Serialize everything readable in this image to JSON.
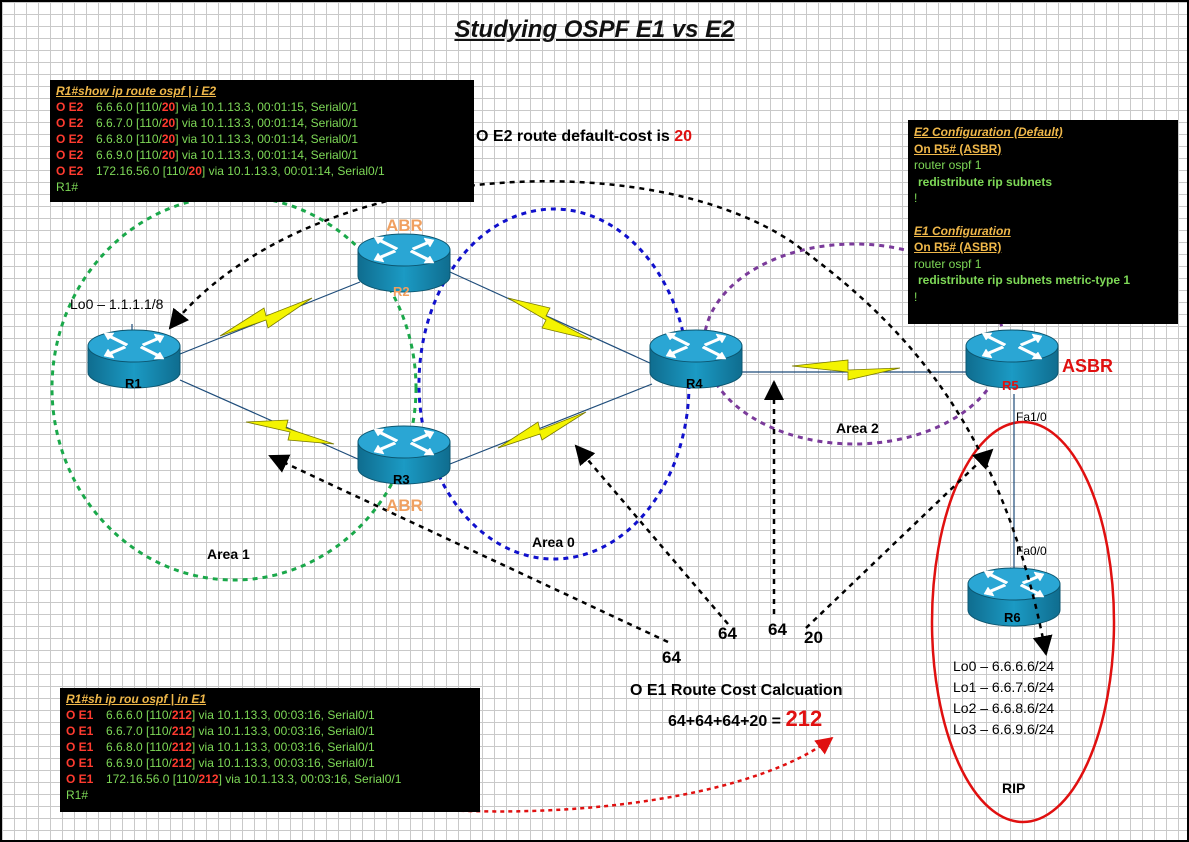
{
  "title": "Studying OSPF E1 vs E2",
  "e2_table": {
    "command": "R1#show ip route ospf | i E2",
    "rows": [
      {
        "code": "O E2",
        "prefix": "6.6.6.0",
        "metric": "20",
        "tail": "via 10.1.13.3, 00:01:15, Serial0/1"
      },
      {
        "code": "O E2",
        "prefix": "6.6.7.0",
        "metric": "20",
        "tail": "via 10.1.13.3, 00:01:14, Serial0/1"
      },
      {
        "code": "O E2",
        "prefix": "6.6.8.0",
        "metric": "20",
        "tail": "via 10.1.13.3, 00:01:14, Serial0/1"
      },
      {
        "code": "O E2",
        "prefix": "6.6.9.0",
        "metric": "20",
        "tail": "via 10.1.13.3, 00:01:14, Serial0/1"
      },
      {
        "code": "O E2",
        "prefix": "172.16.56.0",
        "metric": "20",
        "tail": "via 10.1.13.3, 00:01:14, Serial0/1"
      }
    ],
    "prompt": "R1#"
  },
  "e1_table": {
    "command": "R1#sh ip rou ospf | in E1",
    "rows": [
      {
        "code": "O E1",
        "prefix": "6.6.6.0",
        "metric": "212",
        "tail": "via 10.1.13.3, 00:03:16, Serial0/1"
      },
      {
        "code": "O E1",
        "prefix": "6.6.7.0",
        "metric": "212",
        "tail": "via 10.1.13.3, 00:03:16, Serial0/1"
      },
      {
        "code": "O E1",
        "prefix": "6.6.8.0",
        "metric": "212",
        "tail": "via 10.1.13.3, 00:03:16, Serial0/1"
      },
      {
        "code": "O E1",
        "prefix": "6.6.9.0",
        "metric": "212",
        "tail": "via 10.1.13.3, 00:03:16, Serial0/1"
      },
      {
        "code": "O E1",
        "prefix": "172.16.56.0",
        "metric": "212",
        "tail": "via 10.1.13.3, 00:03:16, Serial0/1"
      }
    ],
    "prompt": "R1#"
  },
  "config": {
    "e2_heading": "E2 Configuration (Default)",
    "e2_on": "On R5# (ASBR)",
    "e2_line1": "router ospf 1",
    "e2_line2": "redistribute rip subnets",
    "e2_bang": "!",
    "e1_heading": "E1 Configuration",
    "e1_on": "On R5# (ASBR)",
    "e1_line1": "router ospf 1",
    "e1_line2": "redistribute rip subnets metric-type 1",
    "e1_bang": "!"
  },
  "e2_note": {
    "text": "O E2 route default-cost is",
    "value": "20"
  },
  "e1_calc": {
    "heading": "O E1 Route Cost Calcuation",
    "formula": "64+64+64+20 =",
    "result": "212"
  },
  "routers": {
    "r1": "R1",
    "r2": "R2",
    "r3": "R3",
    "r4": "R4",
    "r5": "R5",
    "r6": "R6"
  },
  "roles": {
    "r2": "ABR",
    "r3": "ABR",
    "r5": "ASBR"
  },
  "areas": {
    "area1": "Area 1",
    "area0": "Area 0",
    "area2": "Area 2",
    "rip": "RIP"
  },
  "interfaces": {
    "r1_lo0": "Lo0 – 1.1.1.1/8",
    "r5_fa": "Fa1/0",
    "r6_fa": "Fa0/0"
  },
  "r6_loopbacks": [
    "Lo0 – 6.6.6.6/24",
    "Lo1 – 6.6.7.6/24",
    "Lo2 – 6.6.8.6/24",
    "Lo3 – 6.6.9.6/24"
  ],
  "costs": {
    "c1": "64",
    "c2": "64",
    "c3": "64",
    "c4": "20"
  },
  "colors": {
    "area1": "#1aa84a",
    "area0": "#1010cc",
    "area2": "#7a3a9a",
    "rip": "#e01010",
    "router": "#1b8fb8",
    "serial": "#f4f400",
    "abr": "#f0a060",
    "asbr": "#e01010"
  }
}
